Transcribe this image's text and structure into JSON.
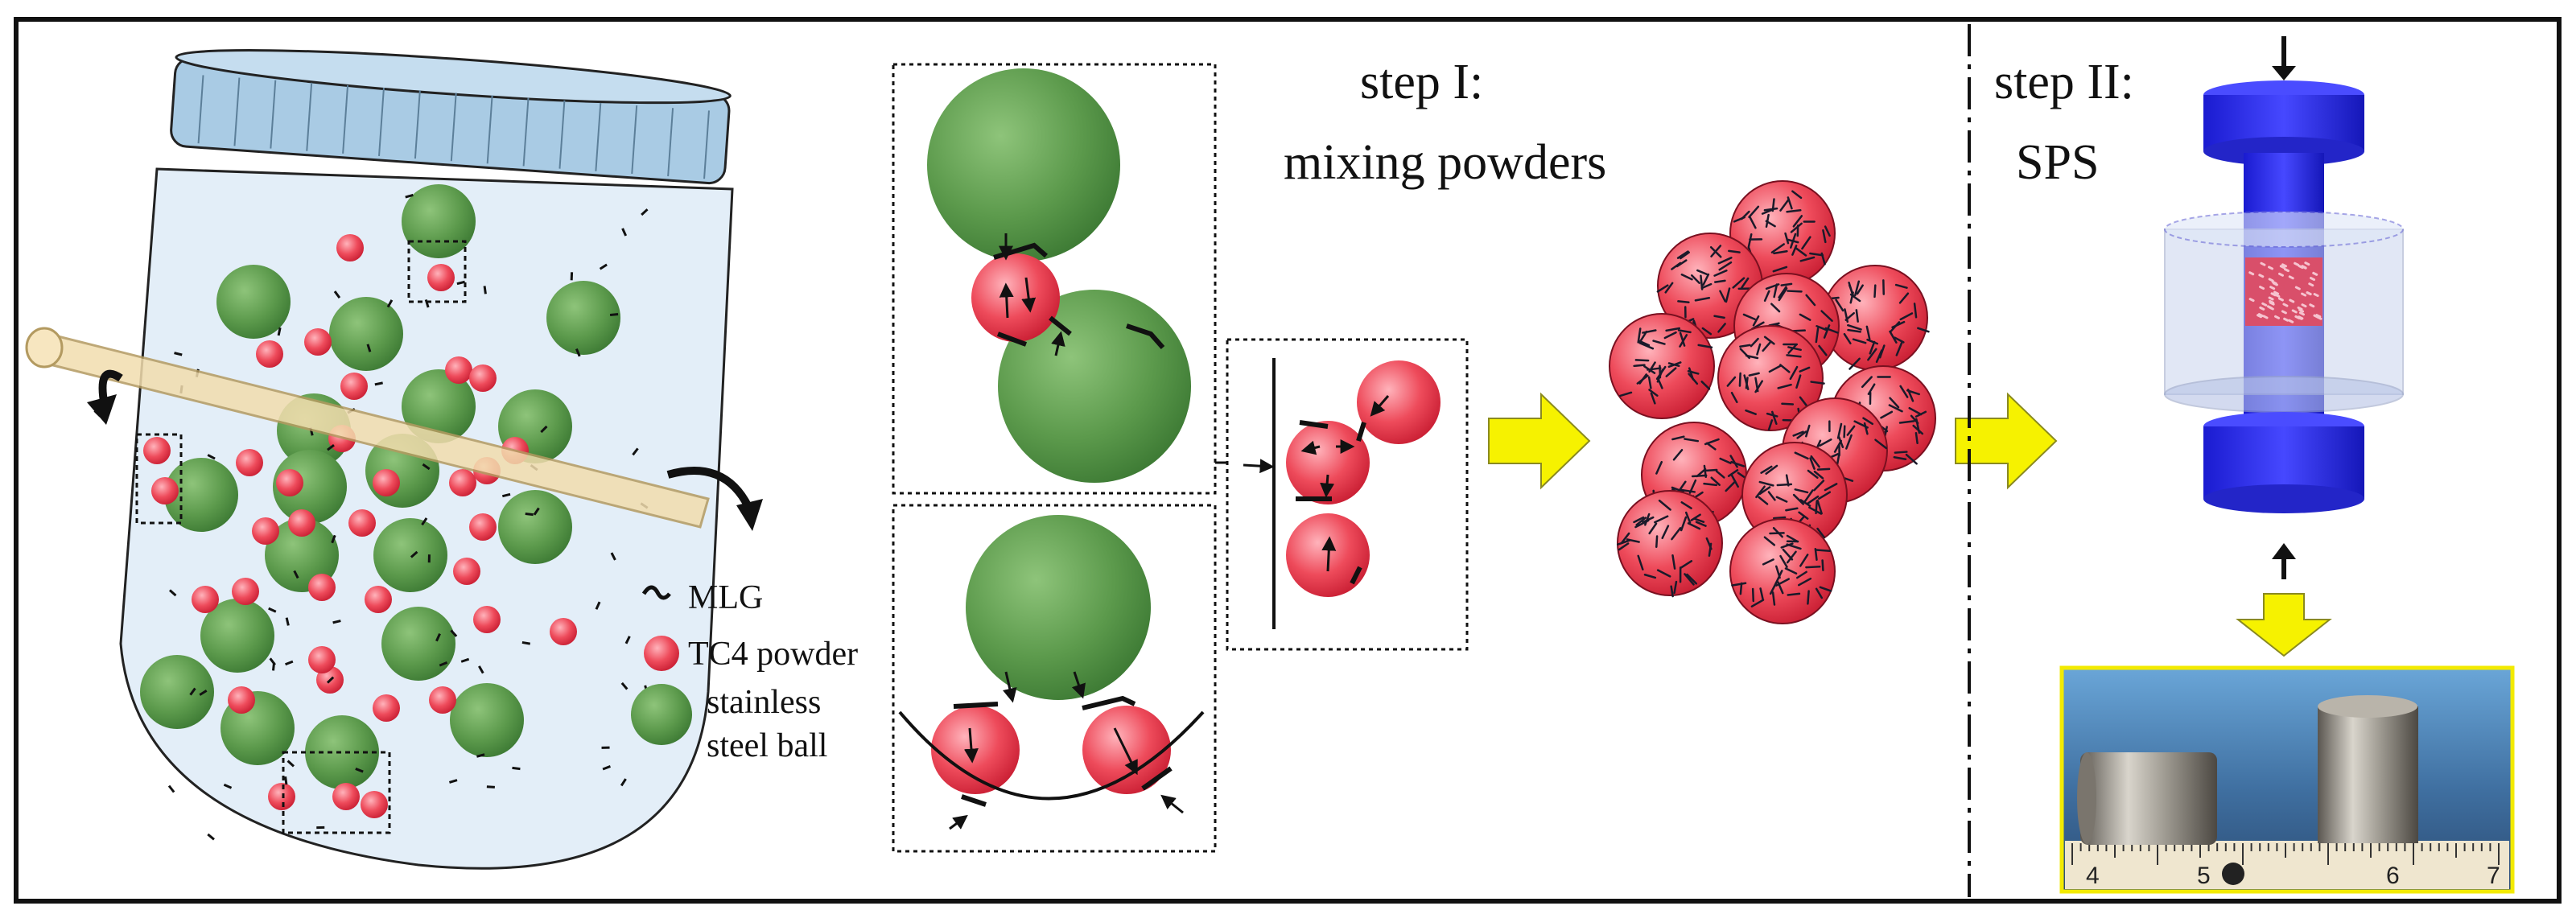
{
  "steps": {
    "step1_line1": "step I:",
    "step1_line2": "mixing powders",
    "step2_line1": "step II:",
    "step2_line2": "SPS"
  },
  "legend": {
    "mlg": "MLG",
    "tc4": "TC4 powder",
    "ball_line1": "stainless",
    "ball_line2": "steel ball"
  },
  "ruler_ticks": [
    "4",
    "5",
    "6",
    "7"
  ],
  "colors": {
    "steel_ball": "#5c9a4c",
    "tc4_powder": "#ee4b5b",
    "jar_lid": "#a9cbe4",
    "jar_body": "#e3eef8",
    "axle": "#f2ddae",
    "arrow": "#f6f200",
    "die": "#2d2ff0",
    "frame": "#111111"
  }
}
